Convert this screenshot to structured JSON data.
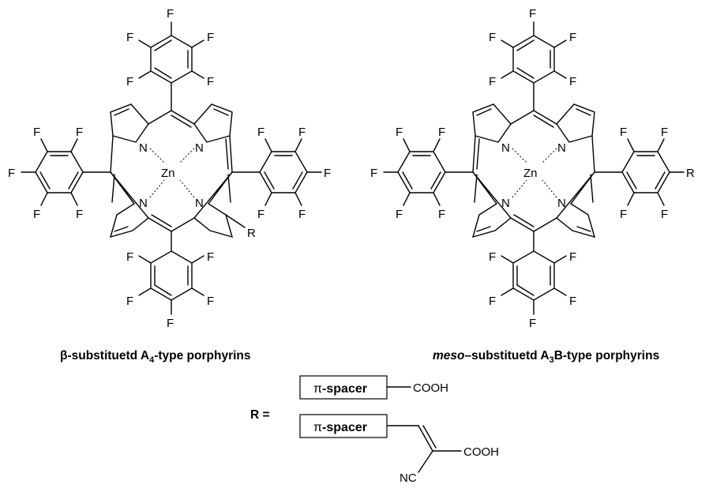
{
  "atoms": {
    "fluorine": "F",
    "nitrogen": "N",
    "zinc": "Zn",
    "r_group": "R"
  },
  "captions": {
    "left": {
      "prefix": "β-substituetd A",
      "subscript": "4",
      "suffix": "-type porphyrins"
    },
    "right": {
      "prefix_italic": "meso",
      "middle": "–substituetd A",
      "subscript": "3",
      "suffix": "B-type porphyrins"
    }
  },
  "r_definition": {
    "label": "R =",
    "spacer_pi": "π",
    "spacer_word": "-spacer",
    "acid": "COOH",
    "nitrile": "NC"
  }
}
